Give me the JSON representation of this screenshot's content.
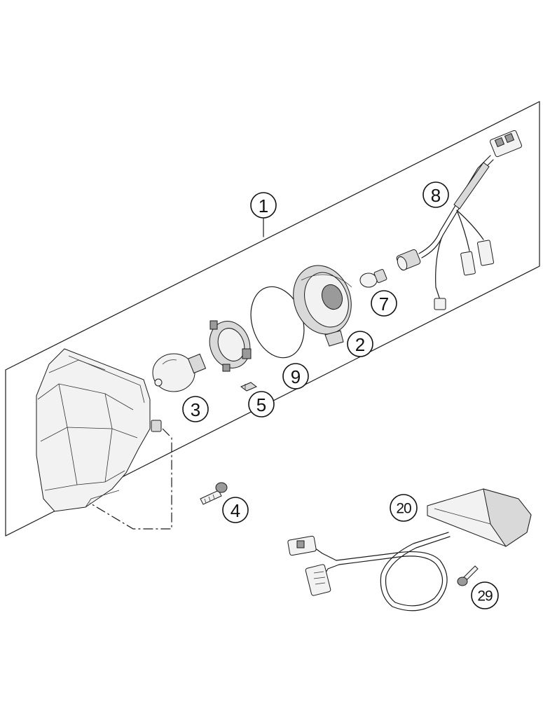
{
  "callouts": [
    {
      "id": "c1",
      "label": "1"
    },
    {
      "id": "c2",
      "label": "2"
    },
    {
      "id": "c3",
      "label": "3"
    },
    {
      "id": "c4",
      "label": "4"
    },
    {
      "id": "c5",
      "label": "5"
    },
    {
      "id": "c7",
      "label": "7"
    },
    {
      "id": "c8",
      "label": "8"
    },
    {
      "id": "c9",
      "label": "9"
    },
    {
      "id": "c20",
      "label": "20"
    },
    {
      "id": "c29",
      "label": "29"
    }
  ]
}
